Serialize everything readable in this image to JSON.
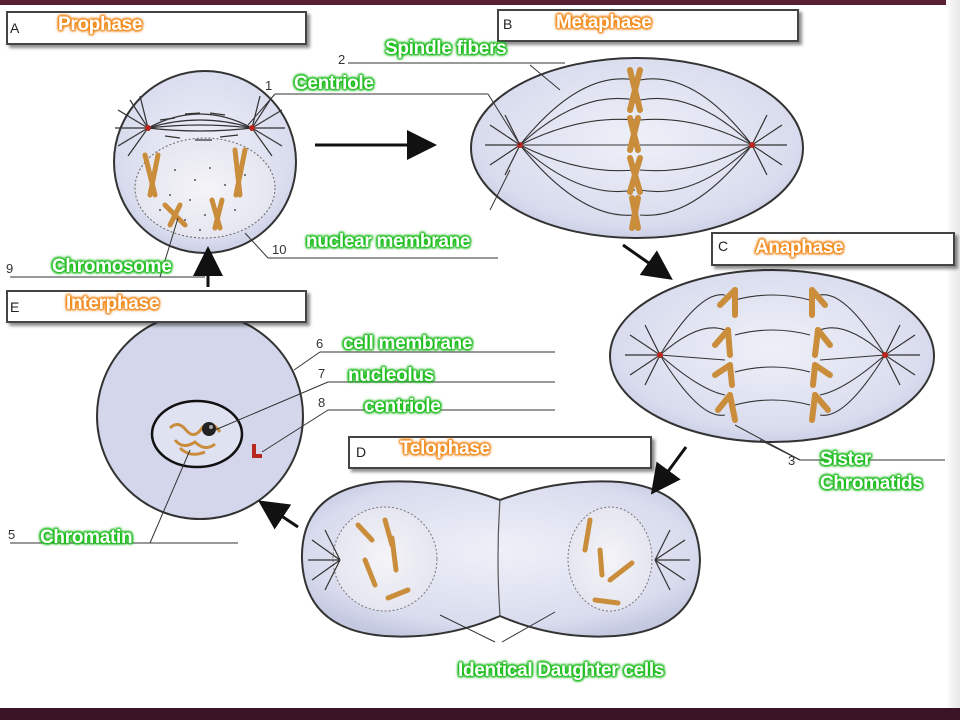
{
  "stages": {
    "prophase": {
      "letter": "A",
      "title": "Prophase"
    },
    "metaphase": {
      "letter": "B",
      "title": "Metaphase"
    },
    "anaphase": {
      "letter": "C",
      "title": "Anaphase"
    },
    "telophase": {
      "letter": "D",
      "title": "Telophase"
    },
    "interphase": {
      "letter": "E",
      "title": "Interphase"
    }
  },
  "labels": {
    "spindle_fibers": "Spindle fibers",
    "centriole_top": "Centriole",
    "nuclear_membrane": "nuclear membrane",
    "chromosome": "Chromosome",
    "cell_membrane": "cell membrane",
    "nucleolus": "nucleolus",
    "centriole_lower": "centriole",
    "chromatin": "Chromatin",
    "sister": "Sister",
    "chromatids": "Chromatids",
    "daughter_cells": "Identical  Daughter cells"
  },
  "numbers": {
    "n1": "1",
    "n2": "2",
    "n3": "3",
    "n5": "5",
    "n6": "6",
    "n7": "7",
    "n8": "8",
    "n9": "9",
    "n10": "10"
  },
  "colors": {
    "stage_title_glow": "#f28c1e",
    "label_glow": "#1fbf1f",
    "cell_fill": "#dcdff0",
    "chromosome": "#c98d3c",
    "centriole_red": "#b8281e"
  }
}
